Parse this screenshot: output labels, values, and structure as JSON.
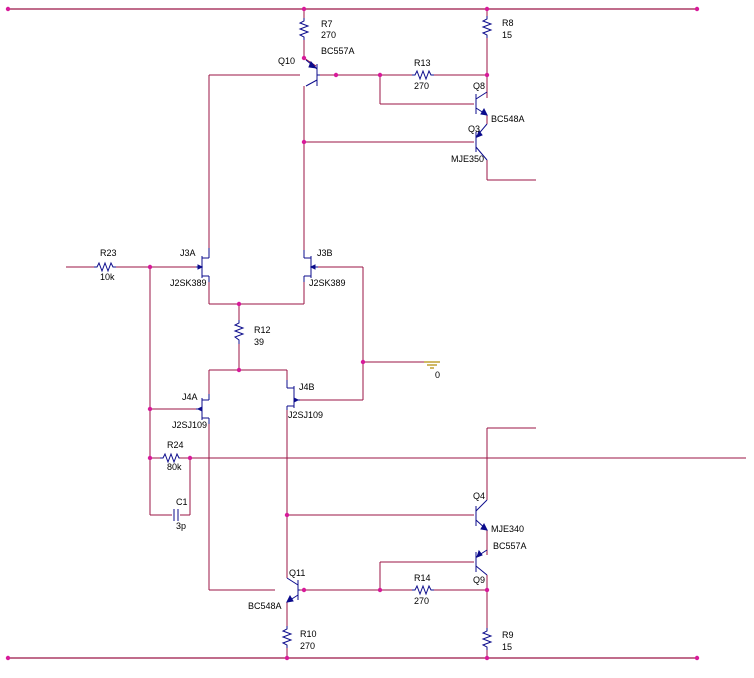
{
  "components": {
    "R7": {
      "ref": "R7",
      "value": "270"
    },
    "R8": {
      "ref": "R8",
      "value": "15"
    },
    "R13": {
      "ref": "R13",
      "value": "270"
    },
    "R23": {
      "ref": "R23",
      "value": "10k"
    },
    "R12": {
      "ref": "R12",
      "value": "39"
    },
    "R24": {
      "ref": "R24",
      "value": "80k"
    },
    "C1": {
      "ref": "C1",
      "value": "3p"
    },
    "R14": {
      "ref": "R14",
      "value": "270"
    },
    "R10": {
      "ref": "R10",
      "value": "270"
    },
    "R9": {
      "ref": "R9",
      "value": "15"
    },
    "Q10": {
      "ref": "Q10",
      "value": "BC557A"
    },
    "Q8": {
      "ref": "Q8",
      "value": "BC548A"
    },
    "Q3": {
      "ref": "Q3",
      "value": "MJE350"
    },
    "J3A": {
      "ref": "J3A",
      "value": "J2SK389"
    },
    "J3B": {
      "ref": "J3B",
      "value": "J2SK389"
    },
    "J4A": {
      "ref": "J4A",
      "value": "J2SJ109"
    },
    "J4B": {
      "ref": "J4B",
      "value": "J2SJ109"
    },
    "Q4": {
      "ref": "Q4",
      "value": "MJE340"
    },
    "Q9": {
      "ref": "Q9",
      "value": "BC557A"
    },
    "Q11": {
      "ref": "Q11",
      "value": "BC548A"
    }
  },
  "ground": {
    "label": "0"
  },
  "colors": {
    "wire": "#9b1446",
    "device": "#0c0c8c",
    "node": "#d81b9a",
    "ground": "#b08a00"
  }
}
